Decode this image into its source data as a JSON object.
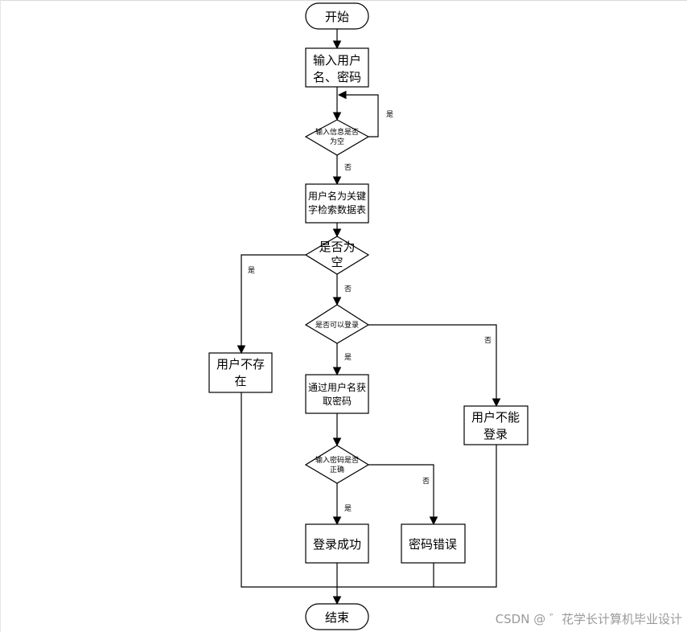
{
  "nodes": {
    "start": "开始",
    "input_1": "输入用户",
    "input_2": "名、密码",
    "check_empty_1": "输入信息是否",
    "check_empty_2": "为空",
    "search_1": "用户名为关键",
    "search_2": "字检索数据表",
    "is_null_1": "是否为",
    "is_null_2": "空",
    "can_login": "是否可以登录",
    "not_exist_1": "用户不存",
    "not_exist_2": "在",
    "get_pwd_1": "通过用户名获",
    "get_pwd_2": "取密码",
    "cannot_login_1": "用户不能",
    "cannot_login_2": "登录",
    "pwd_check_1": "输入密码是否",
    "pwd_check_2": "正确",
    "success": "登录成功",
    "wrong_pwd": "密码错误",
    "end": "结束"
  },
  "labels": {
    "yes": "是",
    "no": "否"
  },
  "watermark": "CSDN @ ゛花学长计算机毕业设计"
}
